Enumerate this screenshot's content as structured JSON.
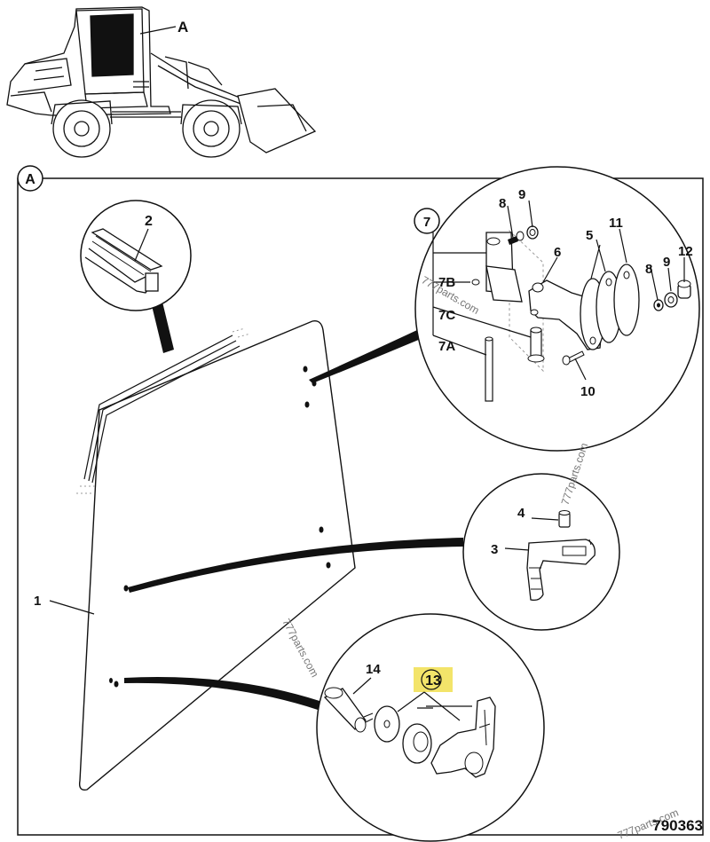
{
  "view_label": "A",
  "frame_label": "A",
  "part_labels": {
    "p1": "1",
    "p2": "2",
    "p3": "3",
    "p4": "4",
    "p5": "5",
    "p6": "6",
    "p7": "7",
    "p7A": "7A",
    "p7B": "7B",
    "p7C": "7C",
    "p8a": "8",
    "p8b": "8",
    "p9a": "9",
    "p9b": "9",
    "p10": "10",
    "p11": "11",
    "p12": "12",
    "p13": "13",
    "p14": "14"
  },
  "highlight_color": "#f3e46a",
  "watermarks": [
    "777parts.com",
    "777parts.com",
    "777parts.com",
    "777parts.com"
  ],
  "drawing_number": "790363"
}
